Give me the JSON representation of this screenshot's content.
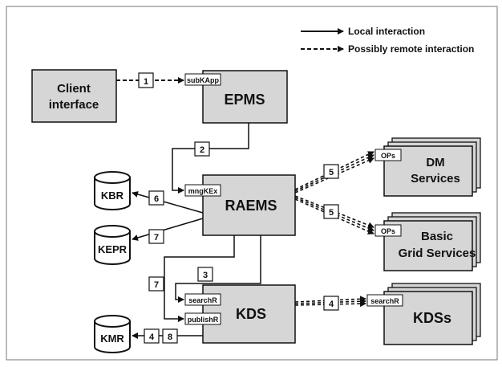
{
  "legend": {
    "local": "Local interaction",
    "remote": "Possibly remote interaction"
  },
  "nodes": {
    "client": {
      "line1": "Client",
      "line2": "interface"
    },
    "epms": {
      "label": "EPMS"
    },
    "raems": {
      "label": "RAEMS"
    },
    "kds": {
      "label": "KDS"
    },
    "dm": {
      "line1": "DM",
      "line2": "Services"
    },
    "grid": {
      "line1": "Basic",
      "line2": "Grid Services"
    },
    "kdss": {
      "label": "KDSs"
    },
    "kbr": {
      "label": "KBR"
    },
    "kepr": {
      "label": "KEPR"
    },
    "kmr": {
      "label": "KMR"
    }
  },
  "ports": {
    "subKApp": "subKApp",
    "mngKEx": "mngKEx",
    "ops_dm": "OPs",
    "ops_grid": "OPs",
    "searchR_kds": "searchR",
    "publishR": "publishR",
    "searchR_kdss": "searchR"
  },
  "steps": {
    "s1": "1",
    "s2": "2",
    "s3": "3",
    "s4a": "4",
    "s4b": "4",
    "s5a": "5",
    "s5b": "5",
    "s6": "6",
    "s7a": "7",
    "s7b": "7",
    "s8": "8"
  },
  "colors": {
    "box_fill": "#d6d6d6",
    "line": "#111111",
    "background": "#ffffff"
  }
}
